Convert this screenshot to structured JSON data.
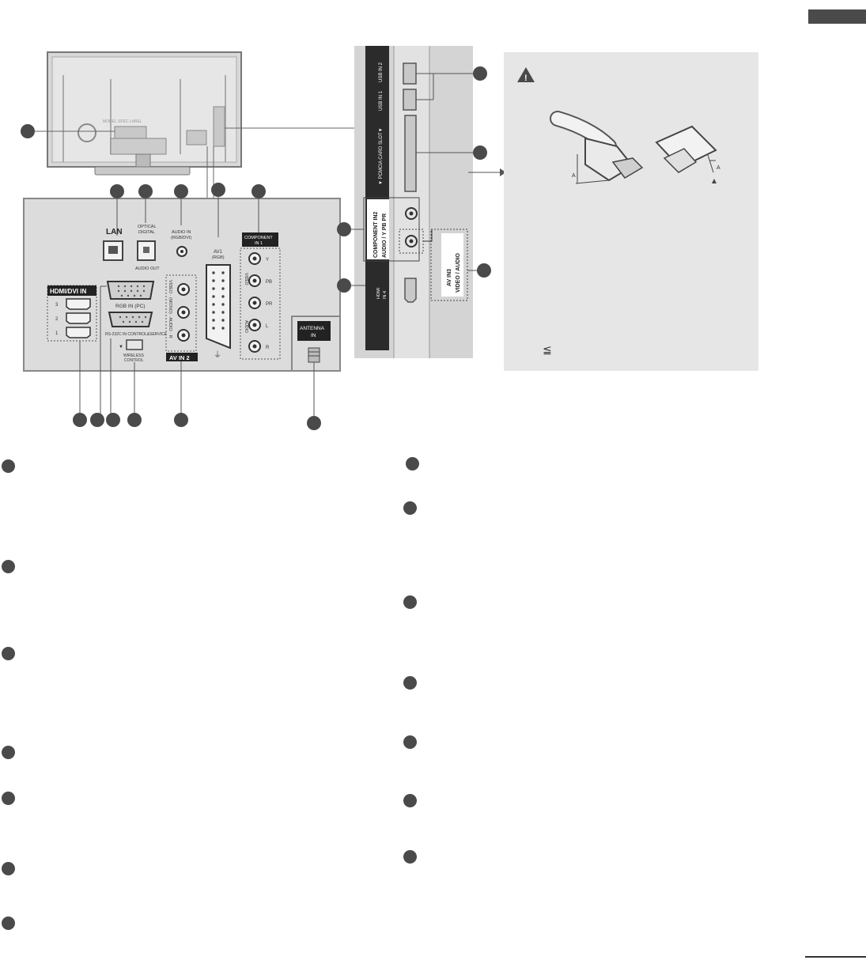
{
  "colors": {
    "panel": "#dcdcdc",
    "panel_border": "#8a8a8a",
    "dark": "#2b2b2b",
    "callout": "#4a4a4a",
    "warning_box": "#e6e6e6"
  },
  "rear_panel": {
    "lan": "LAN",
    "optical_line1": "OPTICAL",
    "optical_line2": "DIGITAL",
    "audio_out": "AUDIO OUT",
    "audio_in_line1": "AUDIO IN",
    "audio_in_line2": "(RGB/DVI)",
    "av1_line1": "AV1",
    "av1_line2": "(RGB)",
    "component_line1": "COMPONENT",
    "component_line2": "IN 1",
    "hdmi_dvi_in": "HDMI/DVI IN",
    "hdmi_ports": [
      "3",
      "2",
      "1"
    ],
    "rgb_in": "RGB IN (PC)",
    "rs232c": "RS-232C IN CONTROL&SERVICE",
    "wireless_line1": "WIRELESS",
    "wireless_line2": "CONTROL",
    "av_in2_jacks": "VIDEO · (MONO) · AUDIO · R",
    "av_in2": "AV IN 2",
    "component_jacks": [
      "Y",
      "PB",
      "PR",
      "L",
      "R"
    ],
    "component_group_video": "VIDEO",
    "component_group_audio": "AUDIO",
    "antenna_line1": "ANTENNA",
    "antenna_line2": "IN"
  },
  "side_panel": {
    "usb2": "USB IN 2",
    "usb1": "USB IN 1",
    "pcmcia": "▼ PCMCIA CARD SLOT▼",
    "component_in2_line1": "COMPONENT IN2",
    "component_in2_line2": "AUDIO / Y  PB  PR",
    "hdmi4_line1": "HDMI",
    "hdmi4_line2": "IN 4",
    "av_in3_line1": "AV IN3",
    "av_in3_line2": "VIDEO / AUDIO"
  },
  "warning": {
    "icon": "warning-triangle-icon",
    "symbol": "!",
    "dim_label": "A",
    "le_symbol": "≦"
  },
  "icons": {
    "hdmi_cable": "hdmi-cable-icon",
    "usb_stick": "usb-stick-icon"
  }
}
